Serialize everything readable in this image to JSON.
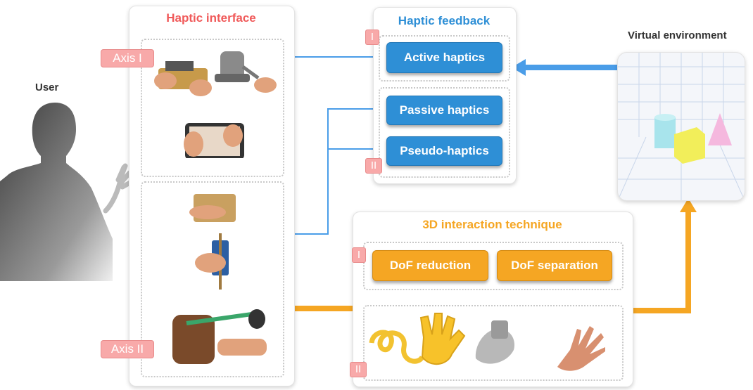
{
  "user": {
    "label": "User"
  },
  "haptic_interface": {
    "title": "Haptic interface",
    "axis1": "Axis I",
    "axis2": "Axis II"
  },
  "haptic_feedback": {
    "title": "Haptic feedback",
    "roman1": "I",
    "roman2": "II",
    "active": "Active haptics",
    "passive": "Passive haptics",
    "pseudo": "Pseudo-haptics"
  },
  "virtual_env": {
    "label": "Virtual environment"
  },
  "interaction": {
    "title": "3D interaction technique",
    "roman1": "I",
    "roman2": "II",
    "dof_reduction": "DoF reduction",
    "dof_separation": "DoF separation"
  },
  "colors": {
    "haptic_interface_title": "#f05a5a",
    "haptic_feedback_title": "#2e8fd6",
    "interaction_title": "#f5a623",
    "blue_arrow": "#4a9de8",
    "orange_arrow": "#f5a623"
  }
}
